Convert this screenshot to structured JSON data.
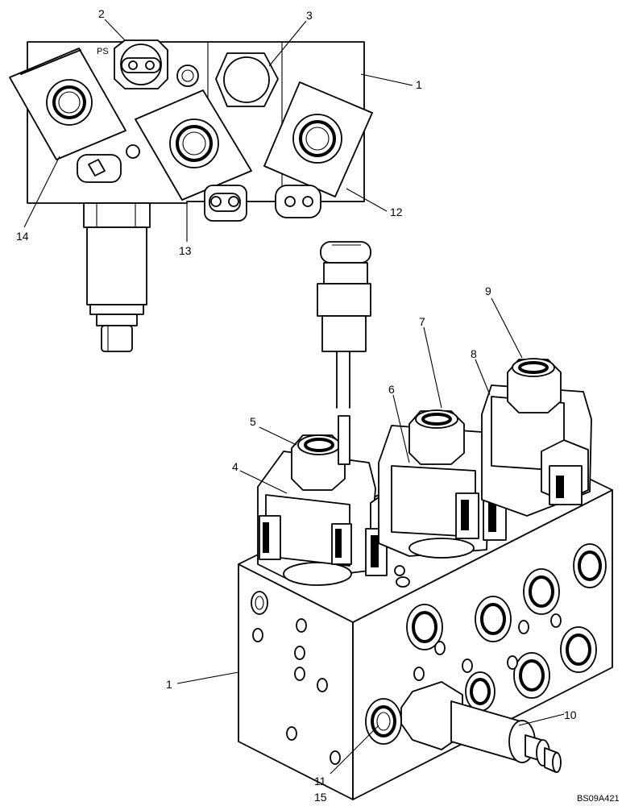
{
  "diagram": {
    "stamp_text": "PS",
    "reference_code": "BS09A421",
    "callouts": {
      "c1_top": "1",
      "c2": "2",
      "c3": "3",
      "c12": "12",
      "c13": "13",
      "c14": "14",
      "c1_bottom": "1",
      "c4": "4",
      "c5": "5",
      "c6": "6",
      "c7": "7",
      "c8": "8",
      "c9": "9",
      "c10": "10",
      "c11": "11",
      "c15": "15"
    }
  }
}
